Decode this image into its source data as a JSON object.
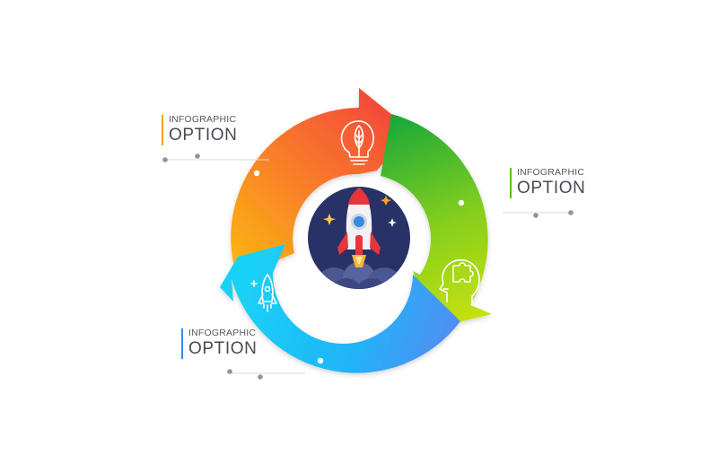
{
  "labels": [
    {
      "small": "INFOGRAPHIC",
      "big": "OPTION"
    },
    {
      "small": "INFOGRAPHIC",
      "big": "OPTION"
    },
    {
      "small": "INFOGRAPHIC",
      "big": "OPTION"
    }
  ],
  "colors": {
    "orange_accent": "#f6a21c",
    "green_accent": "#5cbf12",
    "blue_accent": "#2d8ef0",
    "red_arrow": "#f2453b",
    "navy_center": "#283266"
  },
  "icons": [
    "lightbulb-leaf-icon",
    "head-puzzle-icon",
    "rocket-icon",
    "rocket-launch-icon"
  ]
}
